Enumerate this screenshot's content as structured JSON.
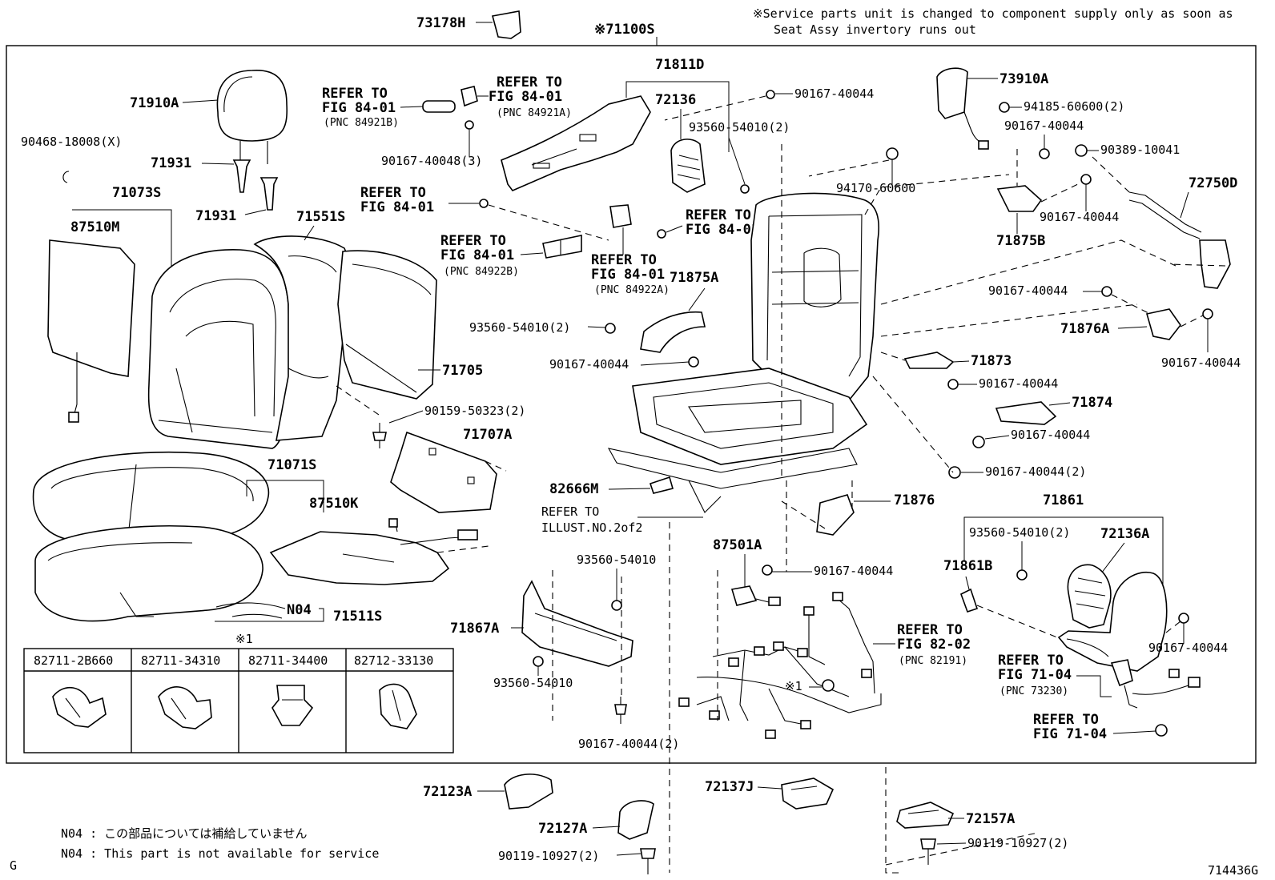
{
  "notice": {
    "line1": "※Service parts unit is changed to component supply only as soon as",
    "line2": "Seat Assy invertory runs out"
  },
  "assembly_label": "※71100S",
  "parts": {
    "p73178H": "73178H",
    "p71910A": "71910A",
    "p90468": "90468-18008(X)",
    "p71931a": "71931",
    "p71931b": "71931",
    "p71073S": "71073S",
    "p87510M": "87510M",
    "p71551S": "71551S",
    "p71705": "71705",
    "p90159": "90159-50323(2)",
    "p71707A": "71707A",
    "p71071S": "71071S",
    "p87510K": "87510K",
    "pN04": "N04",
    "p71511S": "71511S",
    "p71811D": "71811D",
    "p72136": "72136",
    "p90167_40044_top": "90167-40044",
    "p93560_2_top": "93560-54010(2)",
    "p90167_40048": "90167-40048(3)",
    "p71875A": "71875A",
    "p93560_2_mid": "93560-54010(2)",
    "p90167_40044_mid": "90167-40044",
    "p82666M": "82666M",
    "p94170": "94170-60600",
    "p73910A": "73910A",
    "p94185": "94185-60600(2)",
    "p90167_40044_r1": "90167-40044",
    "p90389": "90389-10041",
    "p72750D": "72750D",
    "p90167_40044_r2": "90167-40044",
    "p71875B": "71875B",
    "p90167_40044_r3": "90167-40044",
    "p71876A": "71876A",
    "p90167_40044_r4": "90167-40044",
    "p71873": "71873",
    "p90167_40044_r5": "90167-40044",
    "p71874": "71874",
    "p90167_40044_r6": "90167-40044",
    "p90167_40044_2": "90167-40044(2)",
    "p71876": "71876",
    "p71861": "71861",
    "p93560_2_r": "93560-54010(2)",
    "p72136A": "72136A",
    "p71861B": "71861B",
    "p90167_40044_r7": "90167-40044",
    "p87501A": "87501A",
    "p90167_40044_c": "90167-40044",
    "p93560_a": "93560-54010",
    "p71867A": "71867A",
    "p93560_b": "93560-54010",
    "p90167_40044_2b": "90167-40044(2)",
    "p72123A": "72123A",
    "p72127A": "72127A",
    "p90119_a": "90119-10927(2)",
    "p72137J": "72137J",
    "p72157A": "72157A",
    "p90119_b": "90119-10927(2)"
  },
  "refs": {
    "r1": {
      "l1": "REFER TO",
      "l2": "FIG 84-01",
      "l3": "(PNC 84921B)"
    },
    "r2": {
      "l1": "REFER TO",
      "l2": "FIG 84-01",
      "l3": "(PNC 84921A)"
    },
    "r3": {
      "l1": "REFER TO",
      "l2": "FIG 84-01"
    },
    "r4": {
      "l1": "REFER TO",
      "l2": "FIG 84-01",
      "l3": "(PNC 84922B)"
    },
    "r5": {
      "l1": "REFER TO",
      "l2": "FIG 84-01"
    },
    "r6": {
      "l1": "REFER TO",
      "l2": "FIG 84-01",
      "l3": "(PNC 84922A)"
    },
    "r7": {
      "l1": "REFER TO",
      "l2": "ILLUST.NO.2of2"
    },
    "r8": {
      "l1": "REFER TO",
      "l2": "FIG 82-02",
      "l3": "(PNC 82191)"
    },
    "r9": {
      "l1": "REFER TO",
      "l2": "FIG 71-04",
      "l3": "(PNC 73230)"
    },
    "r10": {
      "l1": "REFER TO",
      "l2": "FIG 71-04"
    }
  },
  "clip_table": {
    "marker": "※1",
    "headers": [
      "82711-2B660",
      "82711-34310",
      "82711-34400",
      "82712-33130"
    ]
  },
  "marker_1": "※1",
  "footnotes": {
    "jp": "N04 : この部品については補給していません",
    "en": "N04 : This part is not available for service"
  },
  "corner_left": "G",
  "corner_right": "714436G"
}
